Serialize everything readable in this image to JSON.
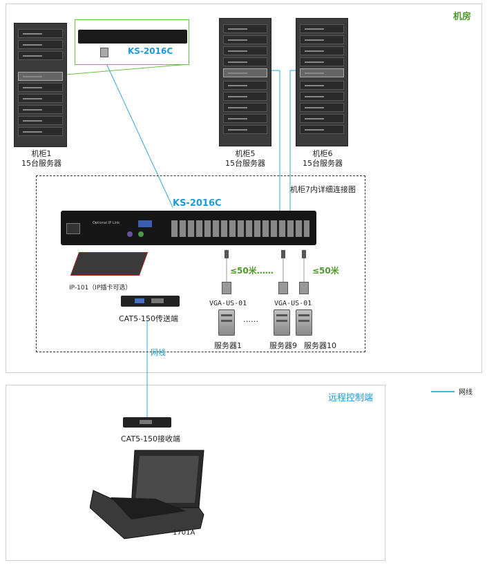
{
  "zones": {
    "machine_room": "机房",
    "remote": "远程控制端"
  },
  "racks": {
    "rack1": "机柜1\n15台服务器",
    "rack5": "机柜5\n15台服务器",
    "rack6": "机柜6\n15台服务器"
  },
  "devices": {
    "kvm_top": "KS-2016C",
    "kvm_main": "KS-2016C",
    "ip_card": "IP-101（IP插卡可选）",
    "cat5_tx": "CAT5-150传送端",
    "cat5_rx": "CAT5-150接收端",
    "console": "1701A",
    "vga1": "VGA-US-01",
    "vga2": "VGA-US-01",
    "server1": "服务器1",
    "server9": "服务器9",
    "server10": "服务器10",
    "kvm_panel_text": "Optional IP Link"
  },
  "detail_title": "机柜7内详细连接图",
  "distance1": "≤50米……",
  "distance2": "≤50米",
  "dots": "……",
  "cable_label": "网线",
  "legend": {
    "label": "网线",
    "color": "#4fb3e0"
  },
  "colors": {
    "accent_blue": "#1e9ad6",
    "accent_green": "#4e9a2a",
    "line": "#4fb3e0",
    "zoom_box": "#6abf45"
  }
}
